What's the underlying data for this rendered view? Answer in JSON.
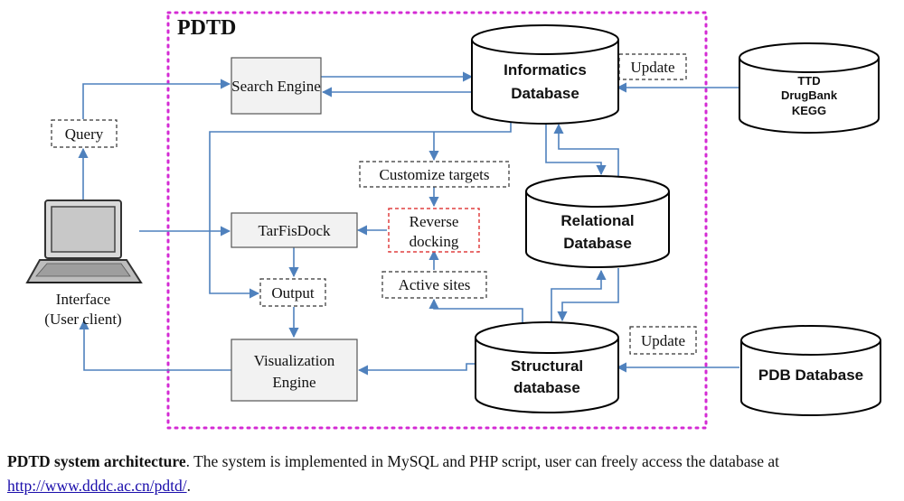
{
  "diagram": {
    "frame_title": "PDTD",
    "search_engine": "Search Engine",
    "tarfisdock": "TarFisDock",
    "visualization_engine": [
      "Visualization",
      "Engine"
    ],
    "query": "Query",
    "output": "Output",
    "customize_targets": "Customize targets",
    "reverse_docking": [
      "Reverse",
      "docking"
    ],
    "active_sites": "Active sites",
    "update_top": "Update",
    "update_bottom": "Update",
    "informatics_db": [
      "Informatics",
      "Database"
    ],
    "relational_db": [
      "Relational",
      "Database"
    ],
    "structural_db": [
      "Structural",
      "database"
    ],
    "external_db_top": [
      "TTD",
      "DrugBank",
      "KEGG"
    ],
    "external_db_bottom": "PDB Database",
    "interface": [
      "Interface",
      "(User client)"
    ]
  },
  "caption": {
    "bold": "PDTD system architecture",
    "text": ". The system is implemented in MySQL and PHP script, user can freely access the database at",
    "link": "http://www.dddc.ac.cn/pdtd/",
    "end": "."
  },
  "colors": {
    "frame": "#d42bd4",
    "arrow": "#4f81bd",
    "reverse_docking_border": "#e04040",
    "box_fill": "#f2f2f2"
  }
}
